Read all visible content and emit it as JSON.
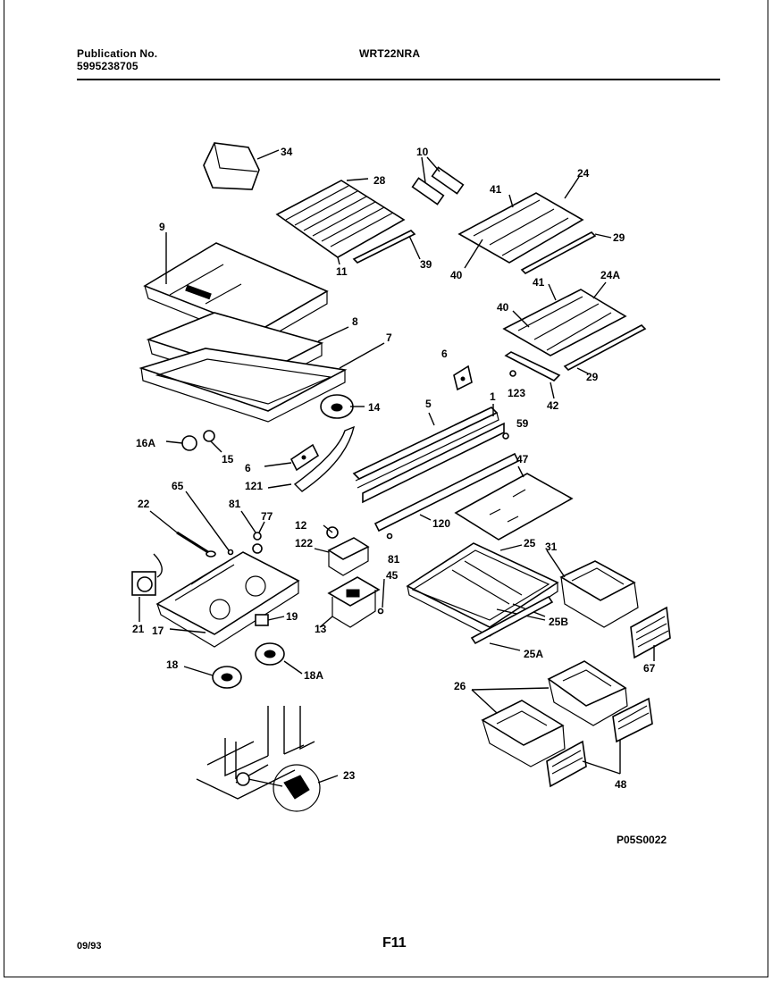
{
  "header": {
    "publication_label": "Publication No.",
    "publication_number": "5995238705",
    "model": "WRT22NRA"
  },
  "diagram_code": "P05S0022",
  "footer": {
    "date": "09/93",
    "page": "F11"
  },
  "callouts": {
    "c34": "34",
    "c10": "10",
    "c28": "28",
    "c41a": "41",
    "c24": "24",
    "c9": "9",
    "c29a": "29",
    "c11": "11",
    "c39": "39",
    "c40a": "40",
    "c41b": "41",
    "c24a": "24A",
    "c40b": "40",
    "c8": "8",
    "c7": "7",
    "c6a": "6",
    "c29b": "29",
    "c123": "123",
    "c42": "42",
    "c14": "14",
    "c5": "5",
    "c1": "1",
    "c59": "59",
    "c16a": "16A",
    "c15": "15",
    "c6b": "6",
    "c47": "47",
    "c121": "121",
    "c65": "65",
    "c22": "22",
    "c81a": "81",
    "c77": "77",
    "c12": "12",
    "c120": "120",
    "c122": "122",
    "c81b": "81",
    "c25": "25",
    "c31": "31",
    "c45": "45",
    "c21": "21",
    "c17": "17",
    "c19": "19",
    "c13": "13",
    "c25b": "25B",
    "c25a": "25A",
    "c67": "67",
    "c18": "18",
    "c18a": "18A",
    "c26": "26",
    "c23": "23",
    "c48": "48"
  }
}
